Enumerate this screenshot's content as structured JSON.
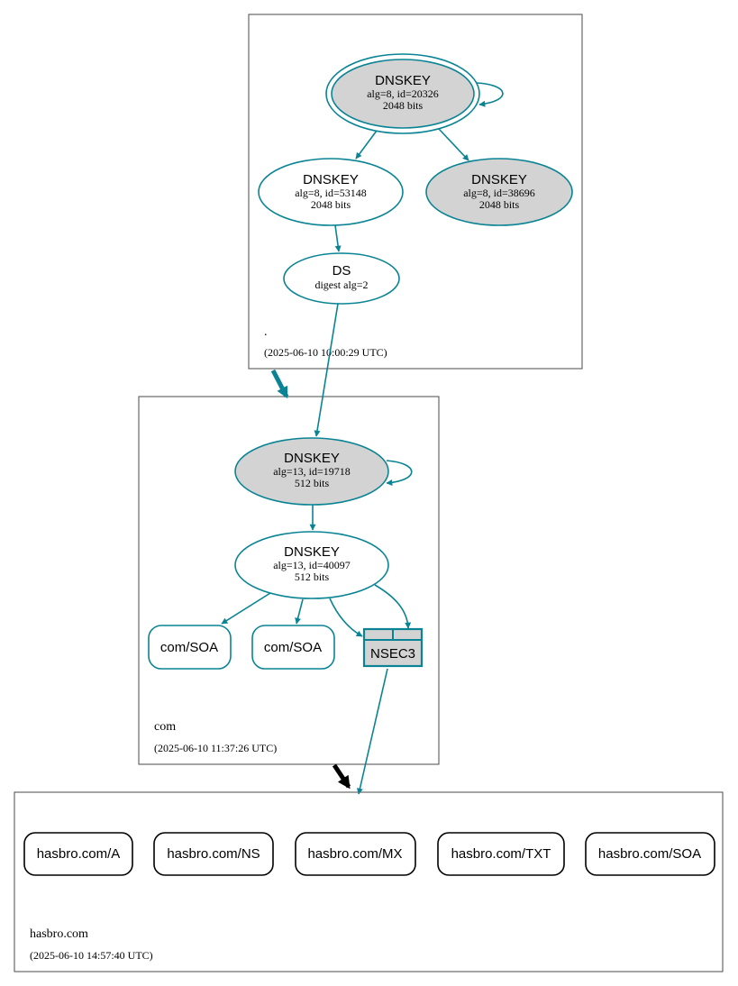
{
  "zones": {
    "root": {
      "name": ".",
      "timestamp": "(2025-06-10 10:00:29 UTC)"
    },
    "com": {
      "name": "com",
      "timestamp": "(2025-06-10 11:37:26 UTC)"
    },
    "hasbro": {
      "name": "hasbro.com",
      "timestamp": "(2025-06-10 14:57:40 UTC)"
    }
  },
  "nodes": {
    "root_ksk": {
      "title": "DNSKEY",
      "line1": "alg=8, id=20326",
      "line2": "2048 bits"
    },
    "root_zsk1": {
      "title": "DNSKEY",
      "line1": "alg=8, id=53148",
      "line2": "2048 bits"
    },
    "root_zsk2": {
      "title": "DNSKEY",
      "line1": "alg=8, id=38696",
      "line2": "2048 bits"
    },
    "ds": {
      "title": "DS",
      "line1": "digest alg=2"
    },
    "com_ksk": {
      "title": "DNSKEY",
      "line1": "alg=13, id=19718",
      "line2": "512 bits"
    },
    "com_zsk": {
      "title": "DNSKEY",
      "line1": "alg=13, id=40097",
      "line2": "512 bits"
    },
    "com_soa1": {
      "label": "com/SOA"
    },
    "com_soa2": {
      "label": "com/SOA"
    },
    "nsec3": {
      "label": "NSEC3"
    }
  },
  "records": [
    "hasbro.com/A",
    "hasbro.com/NS",
    "hasbro.com/MX",
    "hasbro.com/TXT",
    "hasbro.com/SOA"
  ],
  "colors": {
    "edge": "#0a8494",
    "key_fill": "#d3d3d3",
    "delegation": "#000000"
  }
}
